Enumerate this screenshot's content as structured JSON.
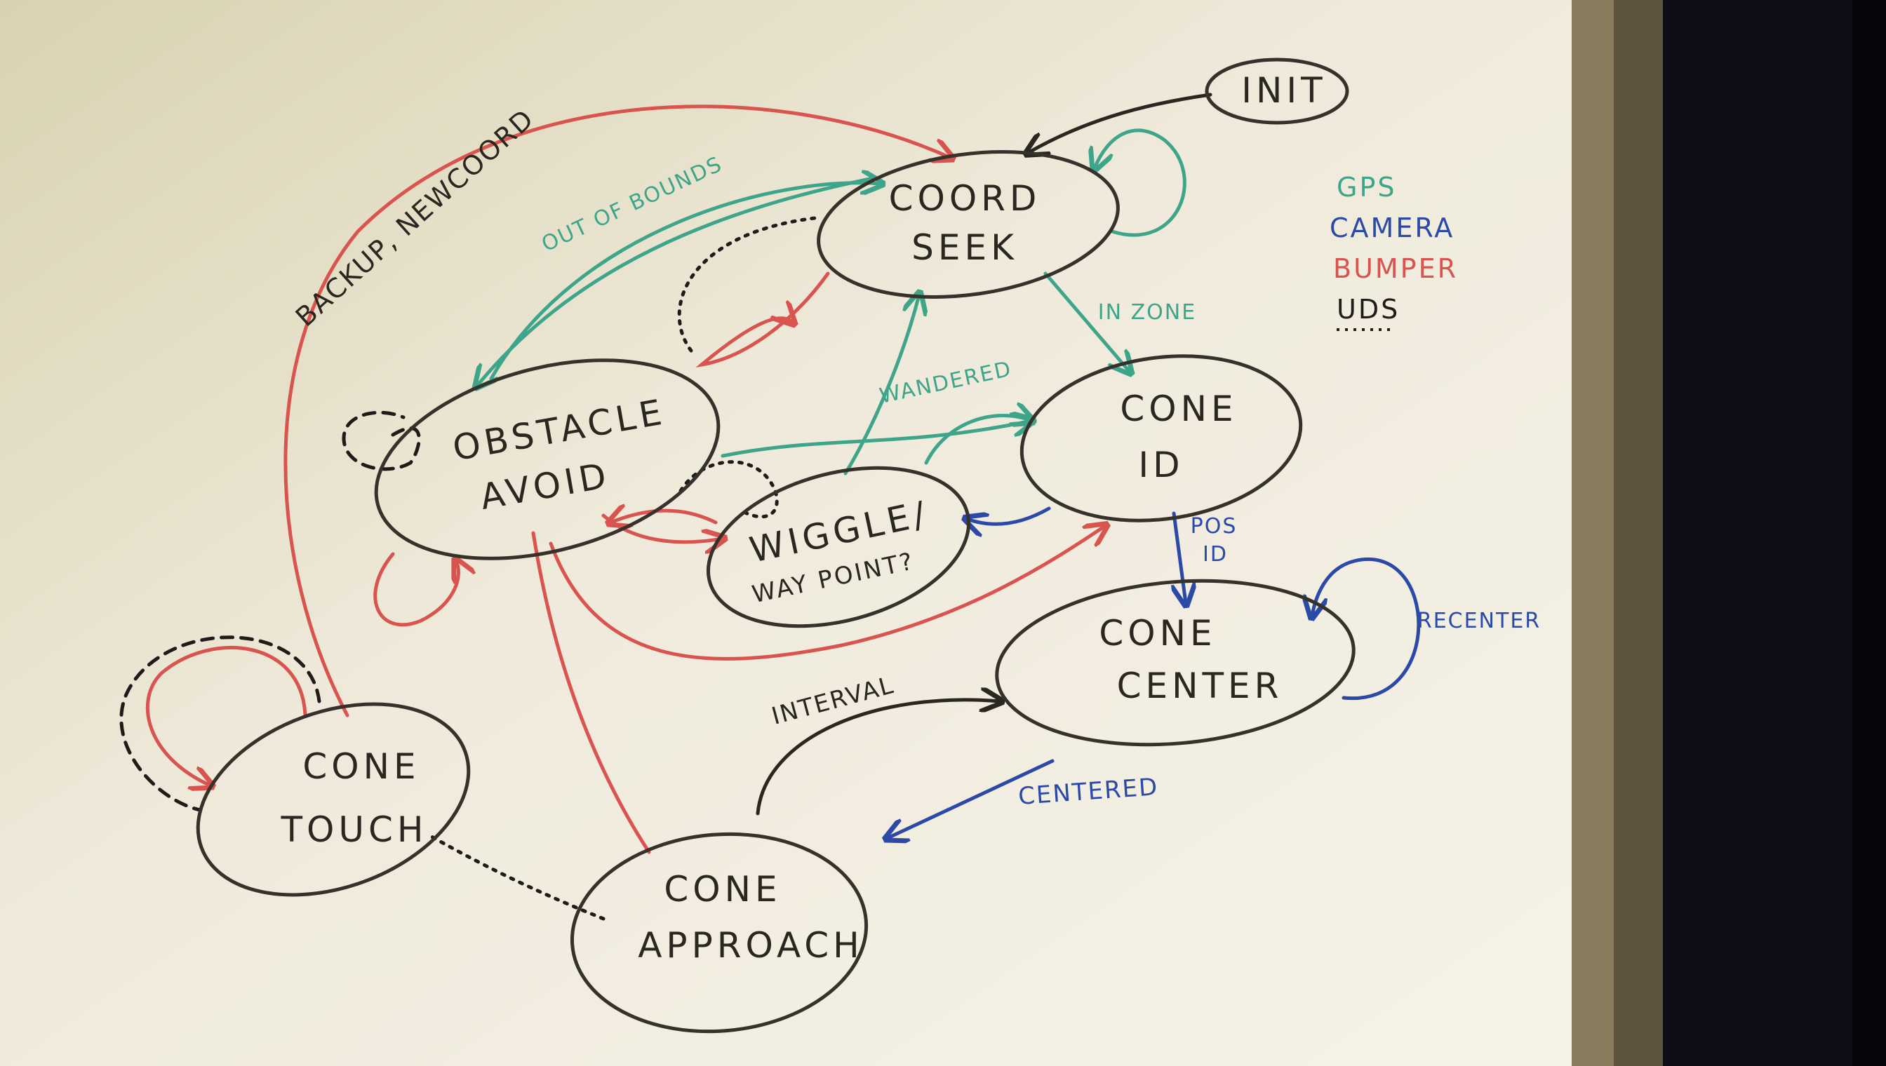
{
  "colors": {
    "gps": "#3fa58a",
    "camera": "#2b4aa8",
    "bumper": "#d9544e",
    "uds": "#1e1b18",
    "ink": "#2a2620",
    "board": "#f2eee2"
  },
  "nodes": {
    "init": {
      "label": "INIT"
    },
    "coord_seek": {
      "line1": "COORD",
      "line2": "SEEK"
    },
    "obstacle_avoid": {
      "line1": "OBSTACLE",
      "line2": "AVOID"
    },
    "cone_id": {
      "line1": "CONE",
      "line2": "ID"
    },
    "wiggle": {
      "line1": "WIGGLE/",
      "line2": "WAY POINT?"
    },
    "cone_center": {
      "line1": "CONE",
      "line2": "CENTER"
    },
    "cone_touch": {
      "line1": "CONE",
      "line2": "TOUCH"
    },
    "cone_approach": {
      "line1": "CONE",
      "line2": "APPROACH"
    }
  },
  "edge_labels": {
    "backup_newcoord": "BACKUP, NEWCOORD",
    "out_of_bounds": "OUT OF BOUNDS",
    "in_zone": "IN ZONE",
    "wandered": "WANDERED",
    "pos_id_1": "POS",
    "pos_id_2": "ID",
    "recenter": "RECENTER",
    "interval": "INTERVAL",
    "centered": "CENTERED"
  },
  "legend": {
    "gps": "GPS",
    "camera": "CAMERA",
    "bumper": "BUMPER",
    "uds": "UDS"
  }
}
